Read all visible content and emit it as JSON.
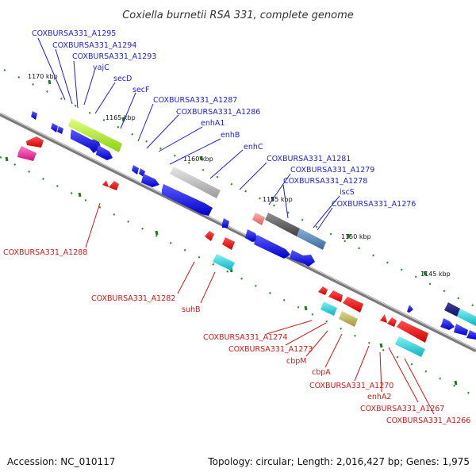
{
  "title": "Coxiella burnetii RSA 331, complete genome",
  "footer": {
    "accession": "Accession: NC_010117",
    "summary": "Topology: circular; Length: 2,016,427 bp; Genes: 1,975"
  },
  "kbp_labels": [
    "1170 kbp",
    "1165 kbp",
    "1160 kbp",
    "1155 kbp",
    "1150 kbp",
    "1145 kbp"
  ],
  "top_strand_labels": [
    "COXBURSA331_A1295",
    "COXBURSA331_A1294",
    "COXBURSA331_A1293",
    "yajC",
    "secD",
    "secF",
    "COXBURSA331_A1287",
    "COXBURSA331_A1286",
    "enhA1",
    "enhB",
    "enhC",
    "COXBURSA331_A1281",
    "COXBURSA331_A1279",
    "COXBURSA331_A1278",
    "iscS",
    "COXBURSA331_A1276"
  ],
  "bottom_strand_labels": [
    "COXBURSA331_A1288",
    "COXBURSA331_A1282",
    "suhB",
    "COXBURSA331_A1274",
    "COXBURSA331_A1273",
    "cbpM",
    "cbpA",
    "COXBURSA331_A1270",
    "enhA2",
    "COXBURSA331_A1267",
    "COXBURSA331_A1266"
  ],
  "colors": {
    "forward_label": "#1f1fd0",
    "reverse_label": "#d01818",
    "forward_gene": "#1010e0",
    "reverse_gene": "#ee1111",
    "backbone": "#808080",
    "tick": "#1a7a1a",
    "dot": "#2a8a2a"
  }
}
